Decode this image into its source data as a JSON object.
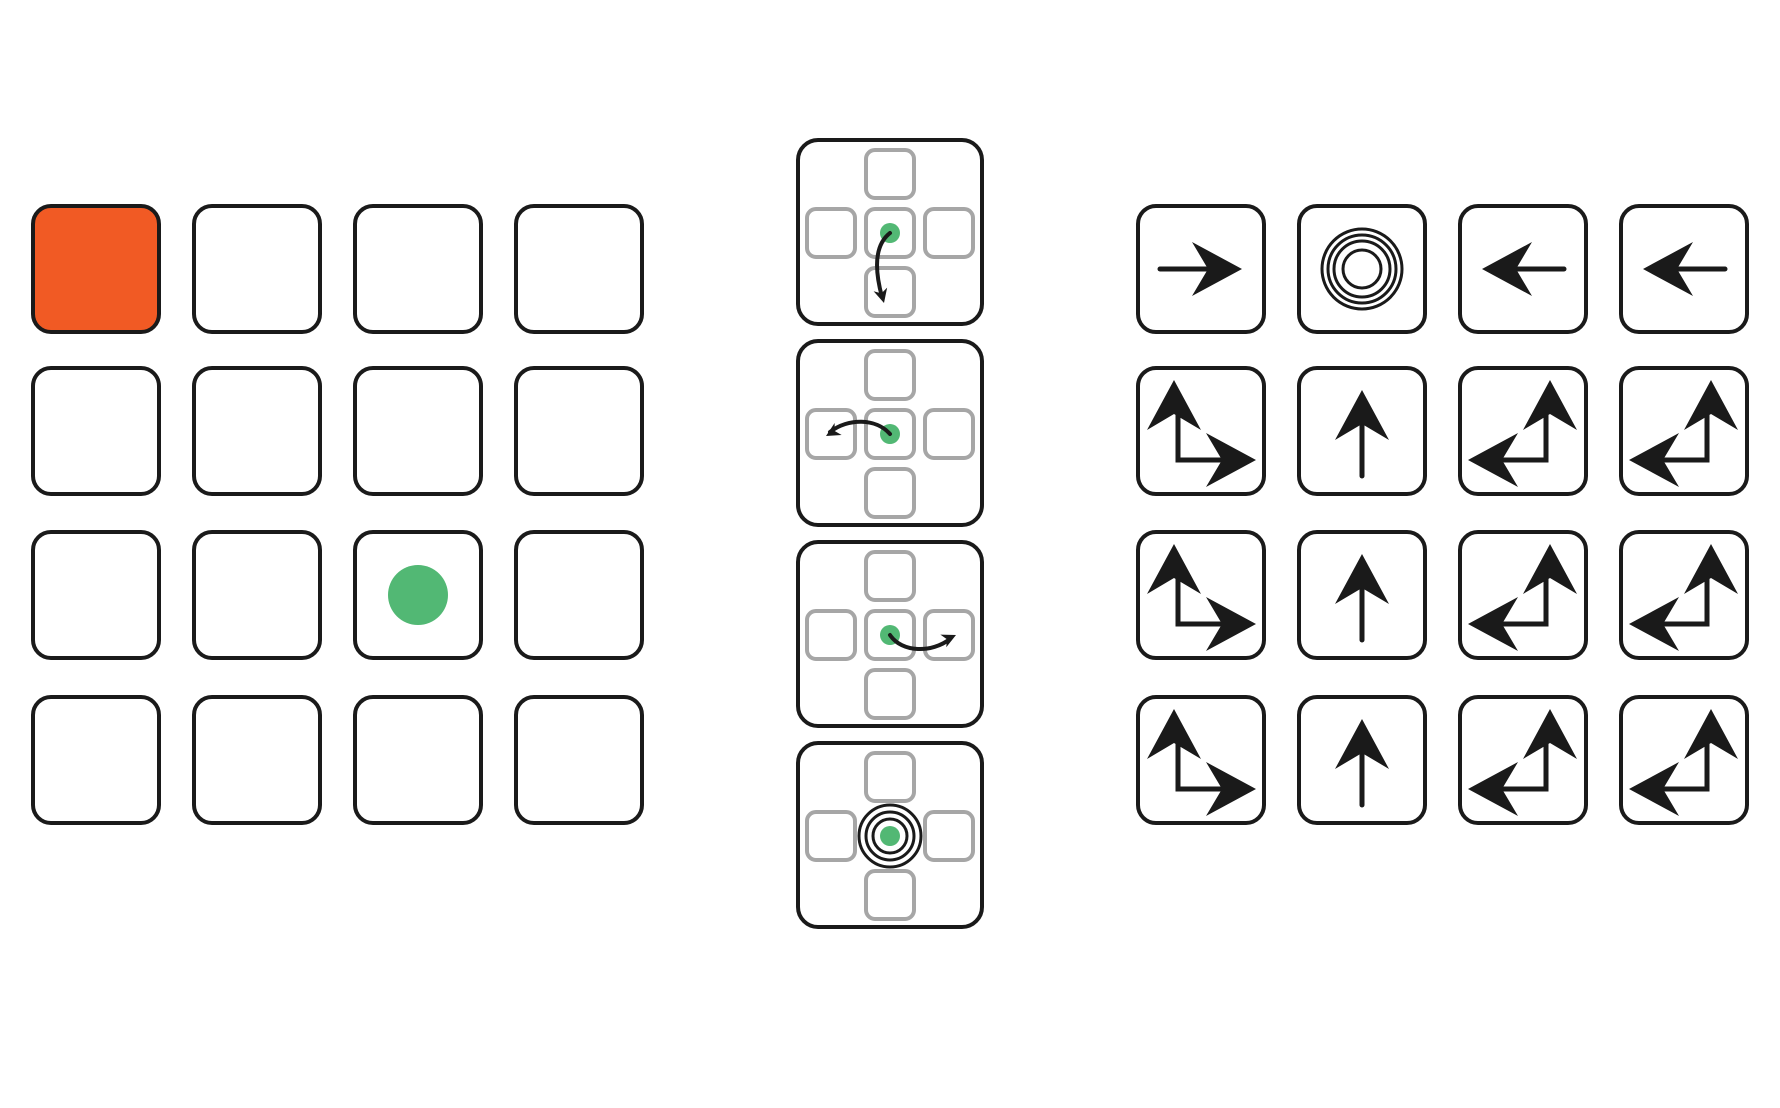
{
  "colors": {
    "background": "#ffffff",
    "stroke": "#1a1a1a",
    "goal_fill": "#f15a24",
    "agent_fill": "#52b874",
    "gray_stroke": "#a6a6a6"
  },
  "left_grid": {
    "rows": 4,
    "cols": 4,
    "goal_cell": {
      "row": 0,
      "col": 0
    },
    "agent_cell": {
      "row": 2,
      "col": 2
    }
  },
  "action_column": {
    "actions": [
      {
        "name": "turn-right",
        "icon": "curved-arrow-down-icon"
      },
      {
        "name": "turn-left",
        "icon": "curved-arrow-left-icon"
      },
      {
        "name": "turn-around",
        "icon": "curved-arrow-right-icon"
      },
      {
        "name": "stay",
        "icon": "concentric-circles-icon"
      }
    ]
  },
  "right_grid": {
    "rows": 4,
    "cols": 4,
    "cells": [
      [
        "arrow-right",
        "concentric-circles",
        "arrow-left",
        "arrow-left"
      ],
      [
        "arrow-up-right-fork",
        "arrow-up",
        "arrow-up-left-fork",
        "arrow-up-left-fork"
      ],
      [
        "arrow-up-right-fork",
        "arrow-up",
        "arrow-up-left-fork",
        "arrow-up-left-fork"
      ],
      [
        "arrow-up-right-fork",
        "arrow-up",
        "arrow-up-left-fork",
        "arrow-up-left-fork"
      ]
    ]
  }
}
